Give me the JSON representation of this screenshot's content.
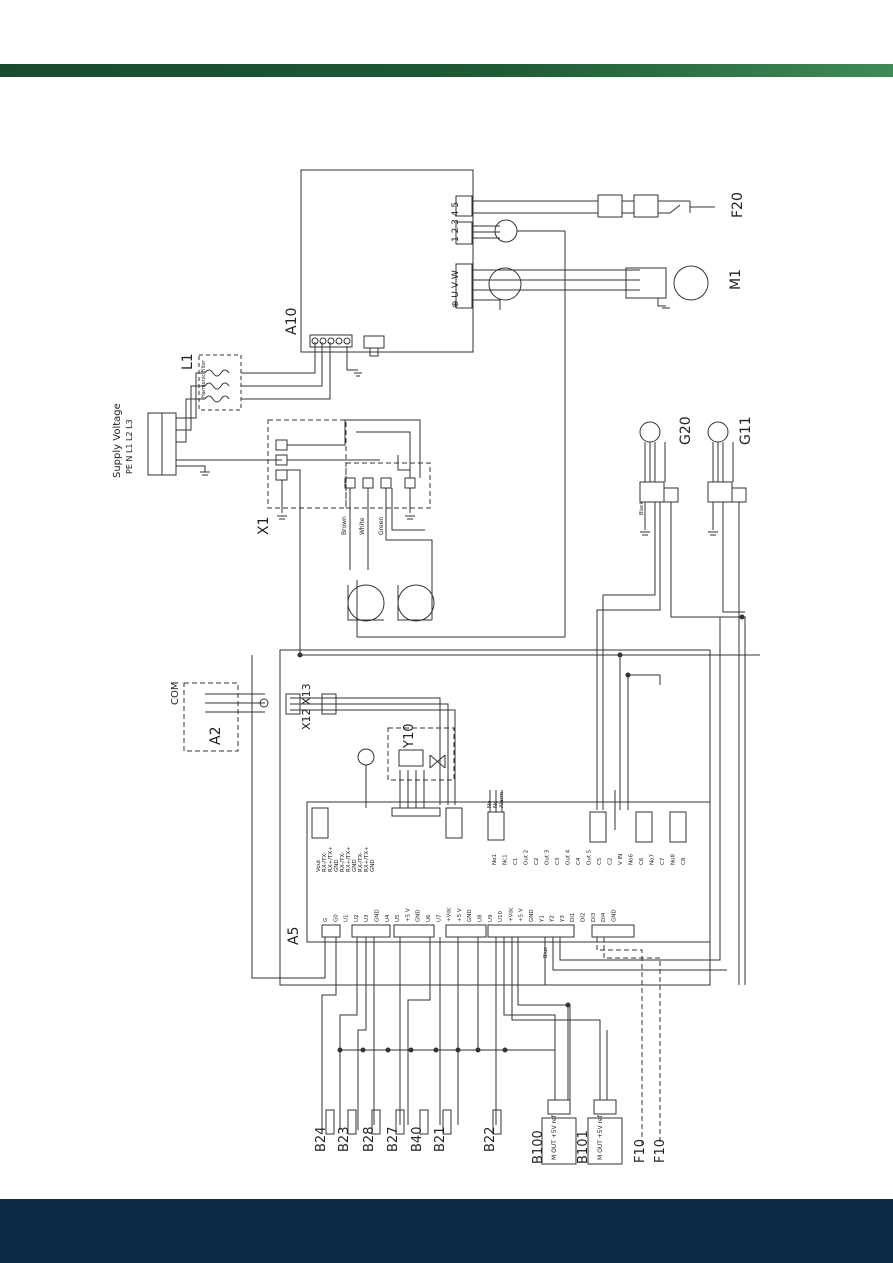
{
  "colors": {
    "top_bar": "#1e5a35",
    "bottom_bar": "#0f2a47",
    "line": "#333333"
  },
  "labels": {
    "a10": "A10",
    "a5": "A5",
    "a2": "A2",
    "x1": "X1",
    "l1": "L1",
    "m1": "M1",
    "f20": "F20",
    "g20": "G20",
    "g11": "G11",
    "y10": "Y10",
    "x12x13": "X12 X13",
    "com": "COM",
    "supply": "Supply Voltage",
    "emc": "Harmonic Filter",
    "uvw": "⊕ U V W",
    "t12345": "1 2 3   4 5",
    "pe_n_l": "PE N L1 L2 L3",
    "b24": "B24",
    "b23": "B23",
    "b28": "B28",
    "b27": "B27",
    "b40": "B40",
    "b21": "B21",
    "b22": "B22",
    "b100": "B100",
    "b101": "B101",
    "f10a": "F10",
    "f10b": "F10",
    "sensor": "M OUT +5V ref"
  },
  "wires": {
    "brown": "Brown",
    "white": "White",
    "green": "Green",
    "blue": "Blue",
    "black": "Black"
  },
  "terminals": {
    "a5_left": [
      "Vout",
      "RX-/TX-",
      "RX+/TX+",
      "GND",
      "RX-/TX-",
      "RX+/TX+",
      "GND",
      "RX-/TX-",
      "RX+/TX+",
      "GND"
    ],
    "a5_right": [
      "No1",
      "Nc1",
      "C1",
      "Out 2",
      "C2",
      "Out 3",
      "C3",
      "Out 4",
      "C4",
      "Out 5",
      "C5",
      "C2",
      "V IN",
      "No6",
      "C6",
      "No7",
      "C7",
      "No8",
      "C8"
    ],
    "a5_bottom": [
      "G",
      "G0",
      "U1",
      "U2",
      "U3",
      "GND",
      "U4",
      "U5",
      "+5 V",
      "GND",
      "U6",
      "U7",
      "+Vdc",
      "+5 V",
      "GND",
      "U8",
      "U9",
      "U10",
      "+Vdc",
      "+5 V",
      "GND",
      "Y1",
      "Y2",
      "Y3",
      "DI1",
      "DI2",
      "DI3",
      "DI4",
      "GND"
    ],
    "alarm": [
      "No",
      "Nc",
      "Alarm"
    ]
  }
}
